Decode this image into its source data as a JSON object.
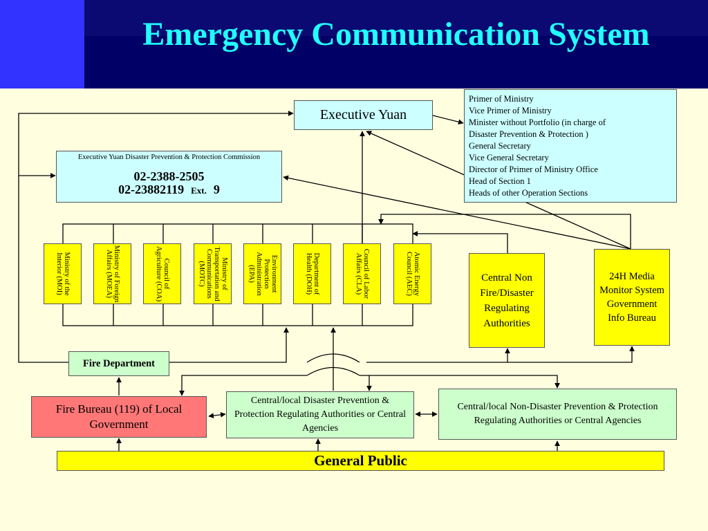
{
  "title": "Emergency Communication System",
  "executive_yuan": "Executive Yuan",
  "commission": {
    "name": "Executive Yuan Disaster Prevention & Protection Commission",
    "phone1": "02-2388-2505",
    "phone2": "02-23882119",
    "ext_label": "Ext.",
    "ext_number": "9"
  },
  "officials": [
    "Primer of Ministry",
    "Vice Primer of Ministry",
    "Minister without Portfolio (in charge of",
    "Disaster Prevention & Protection )",
    "General Secretary",
    "Vice General Secretary",
    "Director of Primer of Ministry Office",
    "Head of Section 1",
    "Heads of other Operation Sections"
  ],
  "ministries": [
    "Ministry of the Interior (MOI)",
    "Ministry of Foreign Affairs (MOEA)",
    "Council of Agriculture (COA)",
    "Ministry of Transportation and Communications (MOTC)",
    "Environment Protection Administration (EPA)",
    "Department of Health (DOH)",
    "Council of Labor Affairs (CLA)",
    "Atomic Energy Council (AEC)"
  ],
  "central_non_fire": "Central Non Fire/Disaster Regulating Authorities",
  "media_monitor": "24H Media Monitor System Government Info Bureau",
  "fire_department": "Fire Department",
  "fire_bureau": "Fire Bureau (119) of Local Government",
  "disaster_authorities": "Central/local Disaster Prevention & Protection Regulating Authorities or Central Agencies",
  "non_disaster_authorities": "Central/local Non-Disaster Prevention & Protection Regulating Authorities or Central Agencies",
  "general_public": "General Public",
  "colors": {
    "header_bg": "#000066",
    "header_accent": "#3333ff",
    "title": "#22ffff",
    "background": "#ffffe0",
    "light_blue": "#ccffff",
    "yellow": "#ffff00",
    "light_green": "#ccffcc",
    "salmon": "#ff7777"
  }
}
